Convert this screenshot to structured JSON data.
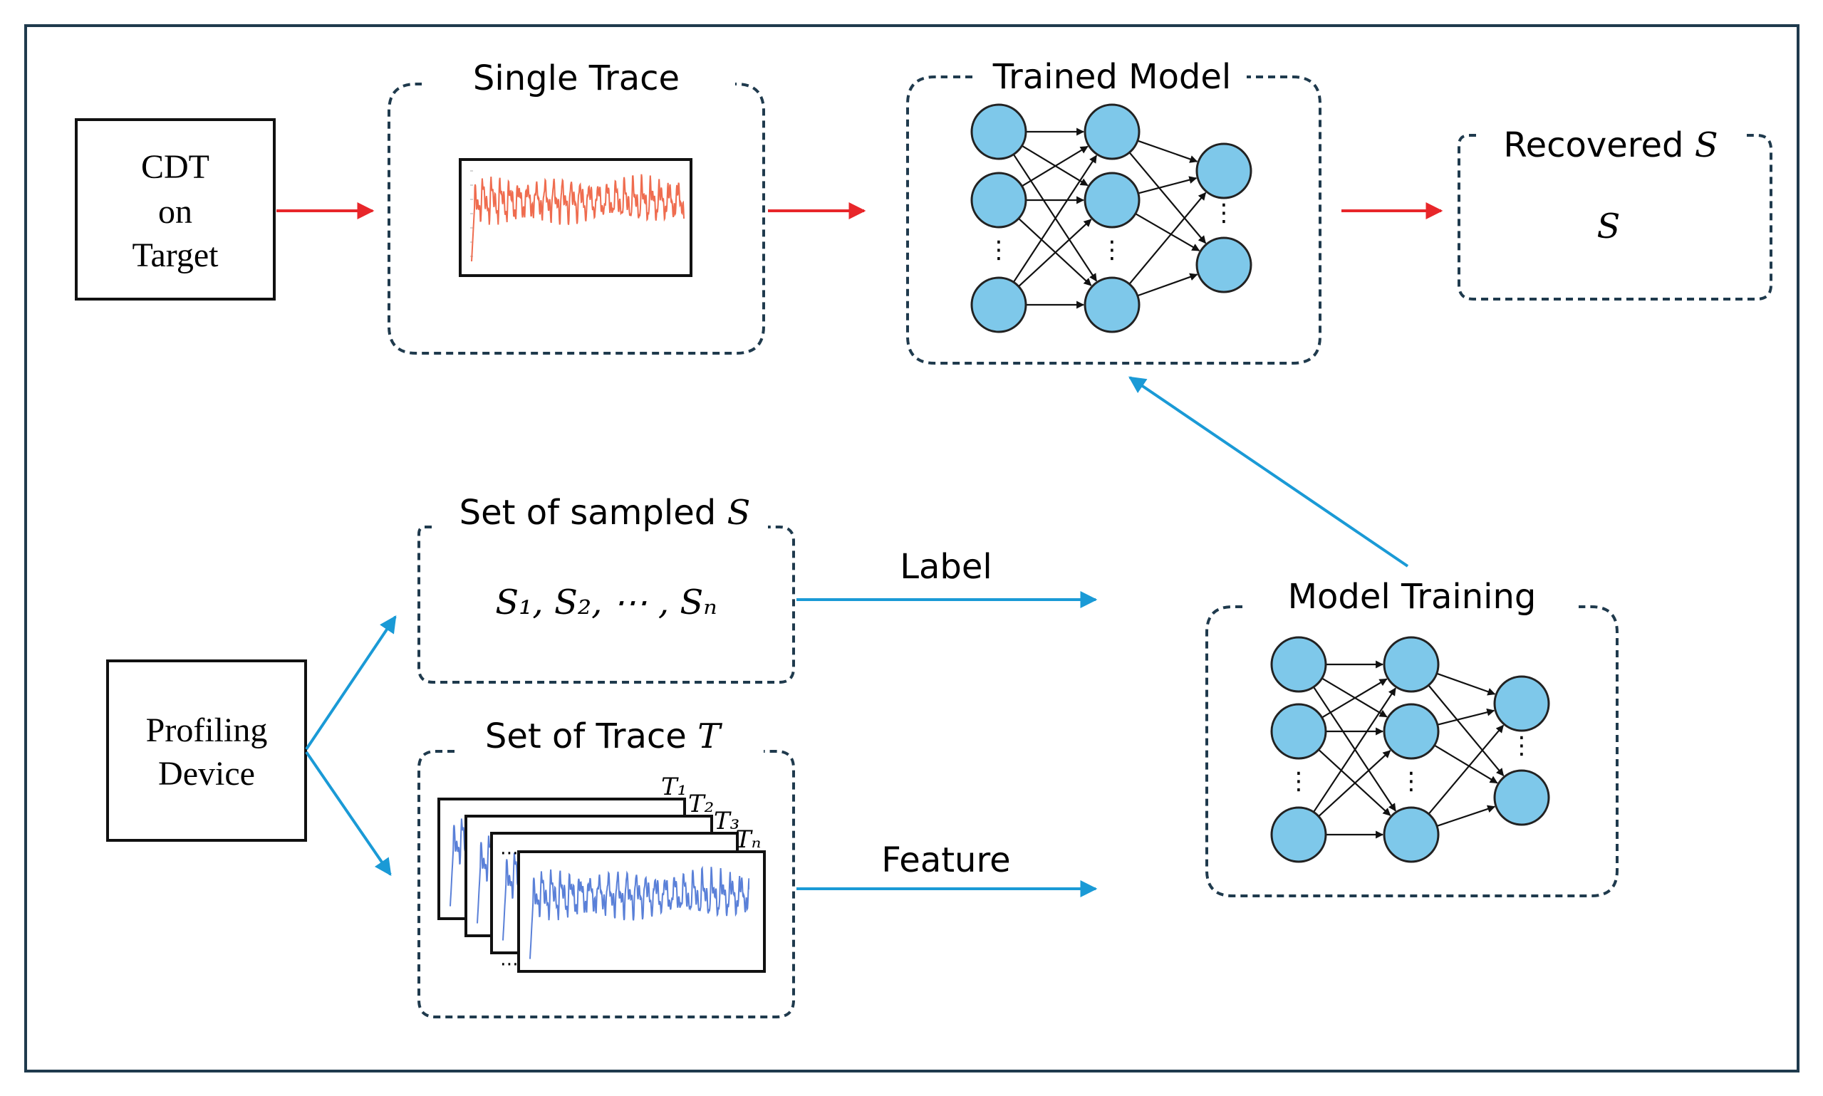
{
  "source_box": {
    "line1": "CDT",
    "line2": "on",
    "line3": "Target"
  },
  "profiling_box": {
    "line1": "Profiling",
    "line2": "Device"
  },
  "single_trace": {
    "title": "Single Trace"
  },
  "trained_model": {
    "title": "Trained Model"
  },
  "recovered": {
    "title_prefix": "Recovered ",
    "title_var": "S",
    "value": "S"
  },
  "sampled_set": {
    "title_prefix": "Set of sampled ",
    "title_var": "S",
    "content": "S₁, S₂, ⋯ , Sₙ"
  },
  "trace_set": {
    "title_prefix": "Set of Trace ",
    "title_var": "T",
    "labels": [
      "T₁",
      "T₂",
      "T₃",
      "Tₙ"
    ],
    "ellipsis": "⋯"
  },
  "edges": {
    "label": "Label",
    "feature": "Feature"
  },
  "model_training": {
    "title": "Model Training"
  },
  "nn_ellipsis": "⋮",
  "colors": {
    "node_fill": "#7ec8ea",
    "node_stroke": "#222222",
    "red_arrow": "#e8262a",
    "blue_arrow": "#1a9ad6",
    "border": "#1f3a4d",
    "trace_red": "#ef6c4f",
    "trace_blue": "#5a80d8"
  }
}
